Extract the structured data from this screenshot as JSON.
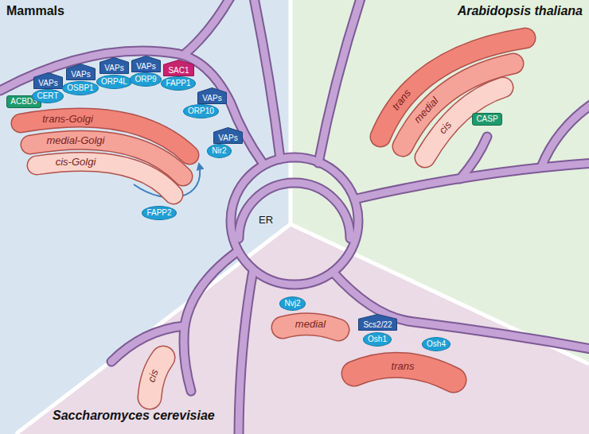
{
  "diagram": {
    "nodes": [
      {
        "text": [
          "ACBD3"
        ]
      },
      {
        "text": [
          "VAPs"
        ]
      },
      {
        "text": [
          "CERT"
        ]
      },
      {
        "text": [
          "VAPs"
        ]
      },
      {
        "text": [
          "OSBP1"
        ]
      },
      {
        "text": [
          "VAPs"
        ]
      },
      {
        "text": [
          "ORP4L"
        ]
      },
      {
        "text": [
          "VAPs"
        ]
      },
      {
        "text": [
          "ORP9"
        ]
      },
      {
        "text": [
          "SAC1"
        ]
      },
      {
        "text": [
          "FAPP1"
        ]
      },
      {
        "text": [
          "VAPs"
        ]
      },
      {
        "text": [
          "ORP10"
        ]
      },
      {
        "text": [
          "VAPs"
        ]
      },
      {
        "text": [
          "Nir2"
        ]
      },
      {
        "text": [
          "trans-Golgi"
        ]
      },
      {
        "text": [
          "medial-Golgi"
        ]
      },
      {
        "text": [
          "cis-Golgi"
        ]
      },
      {
        "text": [
          "FAPP2"
        ]
      },
      {
        "text": [
          "trans"
        ]
      },
      {
        "text": [
          "medial"
        ]
      },
      {
        "text": [
          "cis"
        ]
      },
      {
        "text": [
          "CASP"
        ]
      },
      {
        "text": [
          "cis"
        ]
      },
      {
        "text": [
          "Nvj2"
        ]
      },
      {
        "text": [
          "medial"
        ]
      },
      {
        "text": [
          "Scs2/22"
        ]
      },
      {
        "text": [
          "Osh1"
        ]
      },
      {
        "text": [
          "Osh4"
        ]
      },
      {
        "text": [
          "trans"
        ]
      }
    ],
    "edges": [
      {
        "from": 17,
        "to": 15,
        "arrow": "to"
      }
    ],
    "labels": [
      "Mammals",
      "Arabidopsis thaliana",
      "Saccharomyces cerevisiae",
      "ER"
    ]
  }
}
